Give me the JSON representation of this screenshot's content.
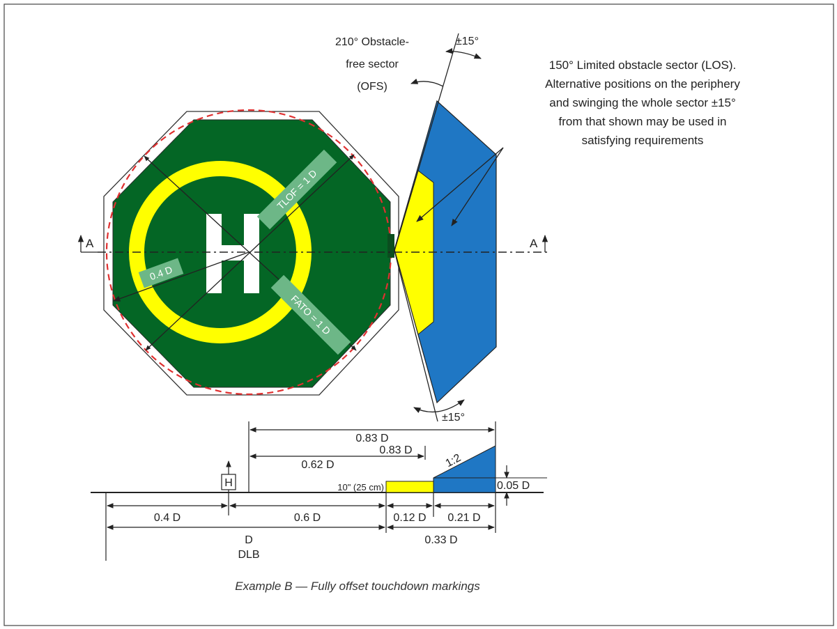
{
  "plan": {
    "ofs_label": [
      "210° Obstacle-",
      "free sector",
      "(OFS)"
    ],
    "swing_top": "±15°",
    "swing_bottom": "±15°",
    "los_label": [
      "150° Limited obstacle sector (LOS).",
      "Alternative positions on the periphery",
      "and swinging the whole sector ±15°",
      "from that shown may be used in",
      "satisfying requirements"
    ],
    "h_letter": "H",
    "tlof": "TLOF = 1 D",
    "fato": "FATO = 1 D",
    "radius": "0.4 D",
    "section_left": "A",
    "section_right": "A"
  },
  "profile": {
    "d_083_top": "0.83 D",
    "d_083_mid": "0.83 D",
    "d_062": "0.62 D",
    "slope": "1:2",
    "ten_inch": "10\" (25 cm)",
    "d_005": "0.05 D",
    "h_marker": "H",
    "d_04": "0.4 D",
    "d_06": "0.6 D",
    "d_012": "0.12 D",
    "d_021": "0.21 D",
    "d_d": "D",
    "dlb": "DLB",
    "d_033": "0.33 D"
  },
  "caption": "Example B — Fully offset touchdown markings",
  "colors": {
    "green": "#046625",
    "yellow": "#FFFF00",
    "blue": "#1F77C4",
    "red_dash": "#E03030",
    "tag": "#6DB787"
  }
}
